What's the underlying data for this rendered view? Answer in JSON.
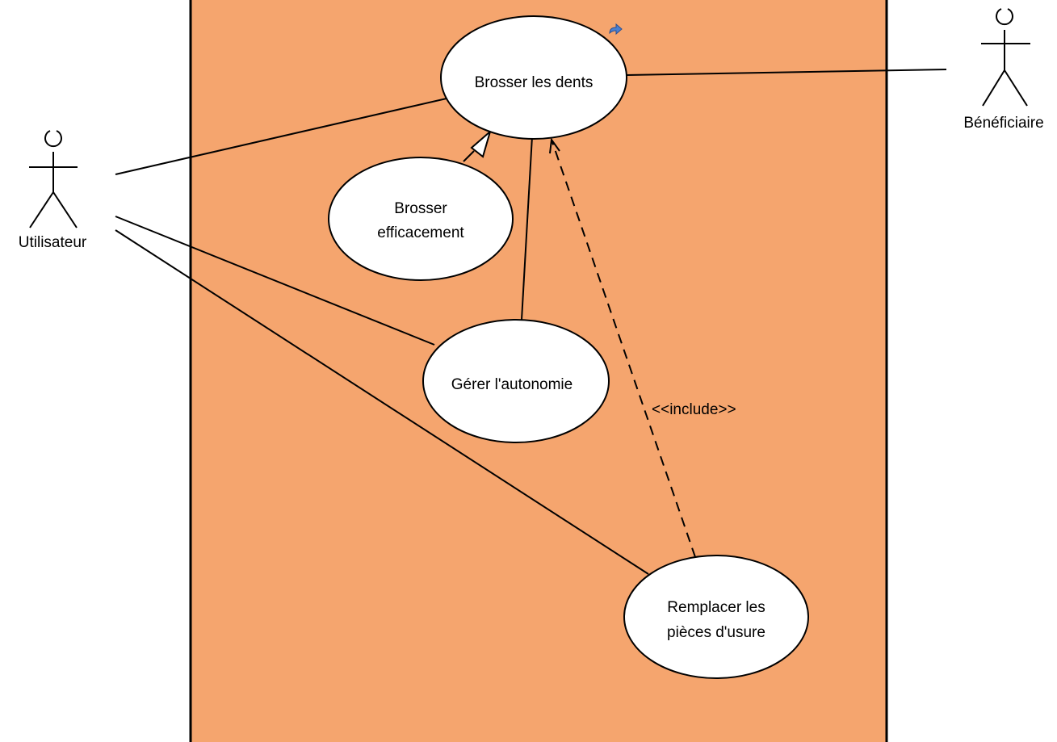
{
  "colors": {
    "system_fill": "#f5a56e",
    "ellipse_fill": "#ffffff",
    "stroke": "#000000",
    "link_icon": "#4a7fd0"
  },
  "actors": {
    "utilisateur": {
      "label": "Utilisateur"
    },
    "beneficiaire": {
      "label": "Bénéficiaire"
    }
  },
  "use_cases": {
    "brosser_dents": {
      "lines": [
        "Brosser les dents"
      ]
    },
    "brosser_efficacement": {
      "lines": [
        "Brosser",
        "efficacement"
      ]
    },
    "gerer_autonomie": {
      "lines": [
        "Gérer l'autonomie"
      ]
    },
    "remplacer_pieces": {
      "lines": [
        "Remplacer les",
        "pièces d'usure"
      ]
    }
  },
  "relationships": {
    "include_label": "<<include>>"
  },
  "icons": {
    "link_icon": "link-icon"
  }
}
